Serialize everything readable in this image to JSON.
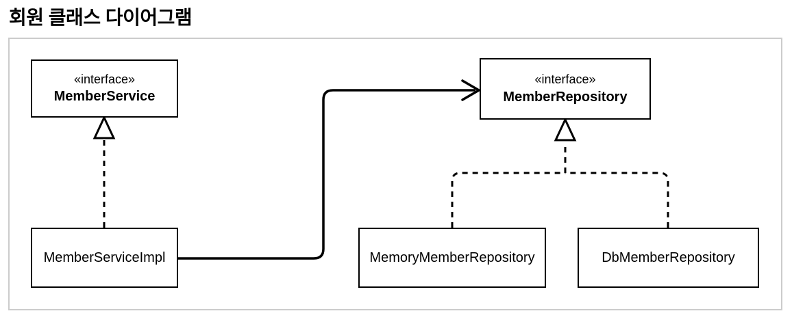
{
  "title": "회원 클래스 다이어그램",
  "diagram": {
    "nodes": [
      {
        "id": "member-service",
        "stereotype": "«interface»",
        "name": "MemberService"
      },
      {
        "id": "member-repository",
        "stereotype": "«interface»",
        "name": "MemberRepository"
      },
      {
        "id": "member-service-impl",
        "name": "MemberServiceImpl"
      },
      {
        "id": "memory-member-repository",
        "name": "MemoryMemberRepository"
      },
      {
        "id": "db-member-repository",
        "name": "DbMemberRepository"
      }
    ],
    "edges": [
      {
        "type": "realization",
        "style": "dashed-hollow-triangle",
        "from": "MemberServiceImpl",
        "to": "MemberService"
      },
      {
        "type": "dependency",
        "style": "solid-open-arrow",
        "from": "MemberServiceImpl",
        "to": "MemberRepository"
      },
      {
        "type": "realization",
        "style": "dashed-hollow-triangle",
        "from": "MemoryMemberRepository",
        "to": "MemberRepository"
      },
      {
        "type": "realization",
        "style": "dashed-hollow-triangle",
        "from": "DbMemberRepository",
        "to": "MemberRepository"
      }
    ]
  },
  "colors": {
    "line": "#000000",
    "box_border": "#000000",
    "canvas_border": "#cccccc",
    "background": "#ffffff",
    "text": "#000000"
  }
}
